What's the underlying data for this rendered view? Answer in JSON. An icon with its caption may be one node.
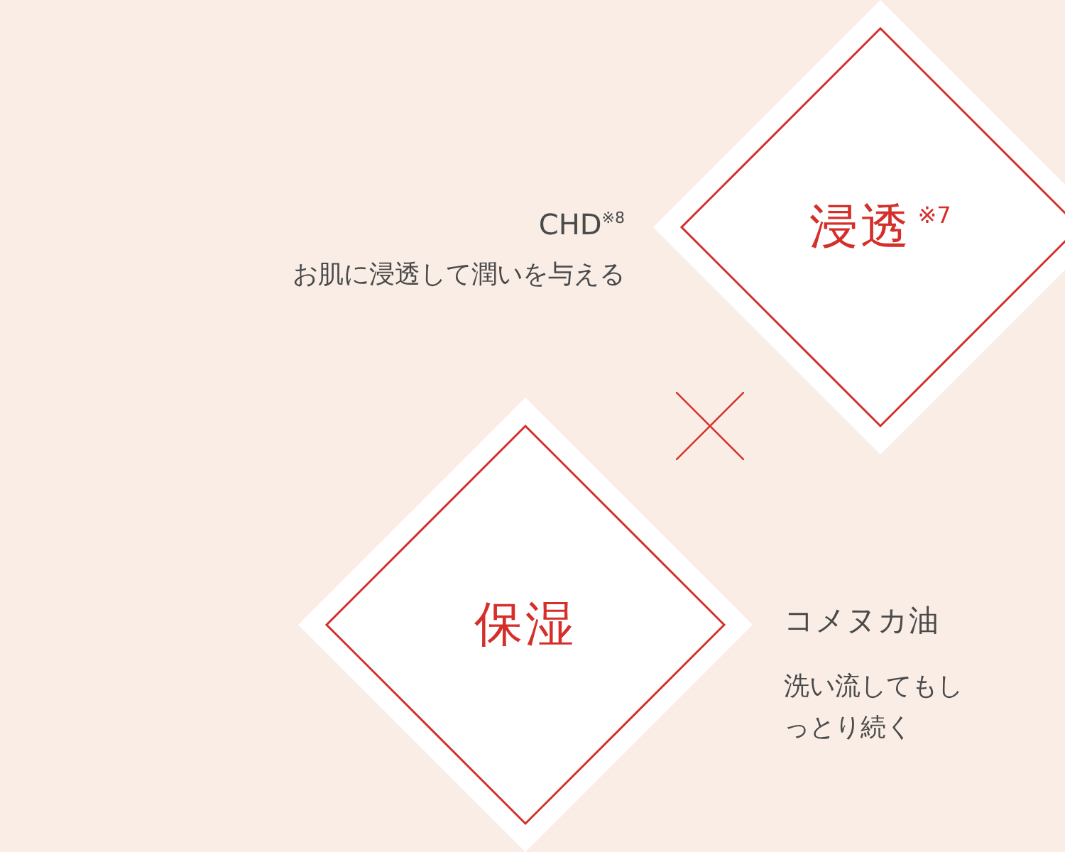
{
  "diagram": {
    "nodes": [
      {
        "text": [
          "浸透$^{※7}$"
        ],
        "beside": [
          "CHD$^{※8}$",
          "お肌に浸透して潤いを与える"
        ]
      },
      {
        "text": [
          "保湿"
        ],
        "beside": [
          "コメヌカ油",
          "洗い流してもしっとり続く"
        ]
      }
    ]
  }
}
